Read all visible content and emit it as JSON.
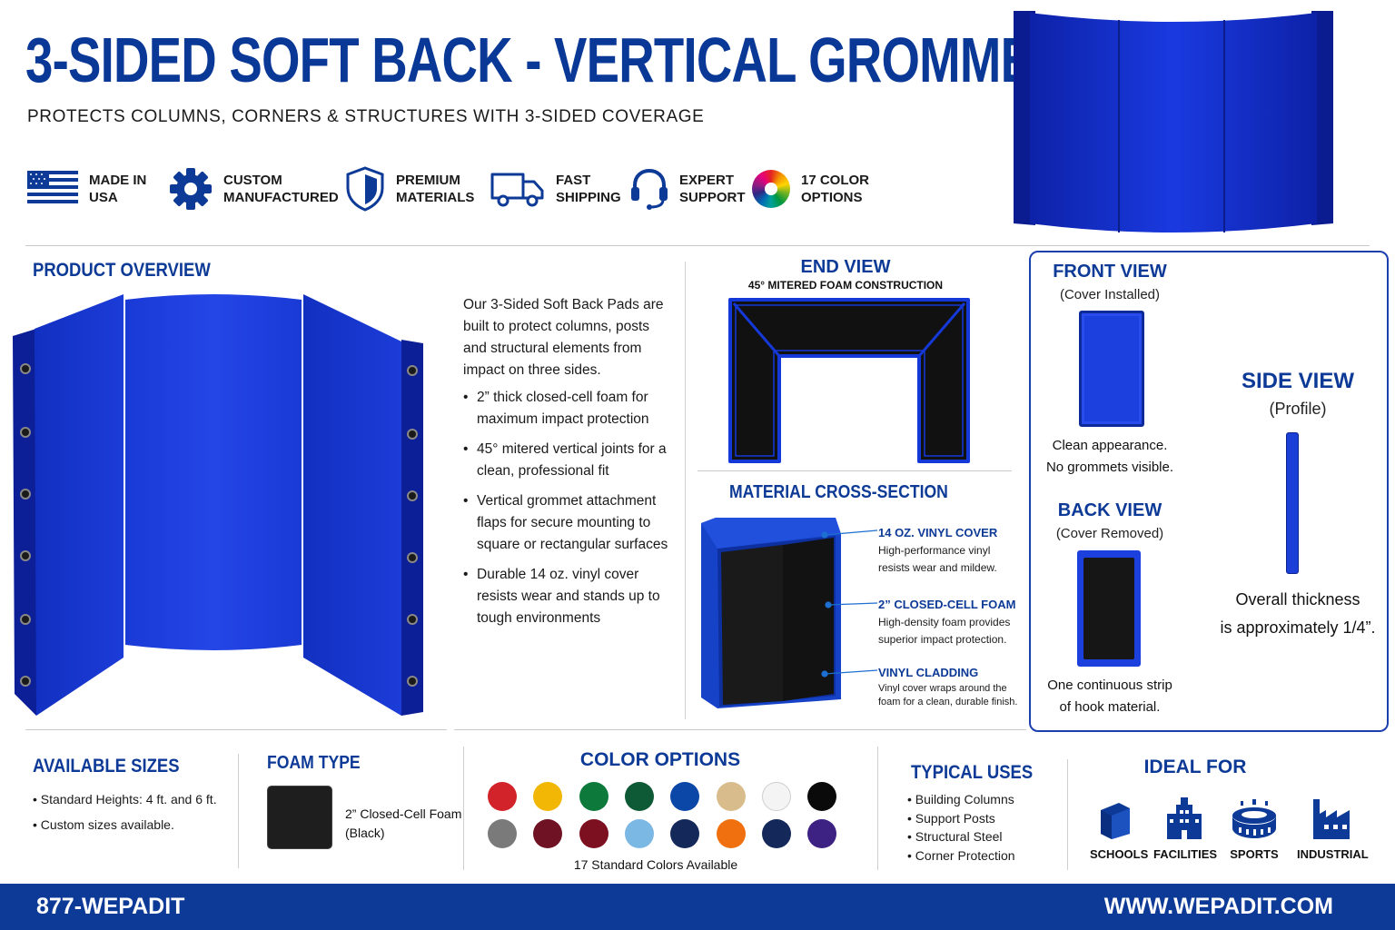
{
  "header": {
    "title": "3-SIDED SOFT BACK - VERTICAL GROMMET",
    "subtitle": "PROTECTS COLUMNS, CORNERS & STRUCTURES WITH 3-SIDED COVERAGE"
  },
  "features": [
    {
      "icon": "usa-flag-icon",
      "label": "MADE IN\nUSA"
    },
    {
      "icon": "gear-icon",
      "label": "CUSTOM\nMANUFACTURED"
    },
    {
      "icon": "shield-icon",
      "label": "PREMIUM\nMATERIALS"
    },
    {
      "icon": "truck-icon",
      "label": "FAST\nSHIPPING"
    },
    {
      "icon": "headset-icon",
      "label": "EXPERT\nSUPPORT"
    },
    {
      "icon": "color-wheel-icon",
      "label": "17 COLOR\nOPTIONS"
    }
  ],
  "overview": {
    "heading": "PRODUCT OVERVIEW",
    "intro": "Our 3-Sided Soft Back Pads are built to protect columns, posts and structural elements from impact on three sides.",
    "bullets": [
      "2” thick closed-cell foam for maximum impact protection",
      "45° mitered vertical joints for a clean, professional fit",
      "Vertical grommet attachment flaps for secure mounting to square or rectangular surfaces",
      "Durable 14 oz. vinyl cover resists wear and stands up to tough environments"
    ]
  },
  "end_view": {
    "heading": "END VIEW",
    "subheading": "45° MITERED FOAM CONSTRUCTION"
  },
  "cross_section": {
    "heading": "MATERIAL CROSS-SECTION",
    "callouts": [
      {
        "title": "14 OZ. VINYL COVER",
        "text": "High-performance vinyl resists wear and mildew."
      },
      {
        "title": "2” CLOSED-CELL FOAM",
        "text": "High-density foam provides superior impact protection."
      },
      {
        "title": "VINYL CLADDING",
        "text": "Vinyl cover wraps around the foam for a clean, durable finish."
      }
    ]
  },
  "views": {
    "front": {
      "title": "FRONT VIEW",
      "sub": "(Cover Installed)",
      "note1": "Clean appearance.",
      "note2": "No grommets visible."
    },
    "back": {
      "title": "BACK VIEW",
      "sub": "(Cover Removed)",
      "note1": "One continuous strip",
      "note2": "of hook material."
    },
    "side": {
      "title": "SIDE VIEW",
      "sub": "(Profile)",
      "note1": "Overall thickness",
      "note2": "is approximately 1/4”."
    }
  },
  "sizes": {
    "heading": "AVAILABLE SIZES",
    "items": [
      "Standard Heights: 4 ft. and 6 ft.",
      "Custom sizes available."
    ]
  },
  "foam": {
    "heading": "FOAM TYPE",
    "line1": "2” Closed-Cell Foam",
    "line2": "(Black)"
  },
  "colors": {
    "heading": "COLOR OPTIONS",
    "caption": "17 Standard Colors Available",
    "swatches": [
      "#d2232a",
      "#f2b705",
      "#0d7a3c",
      "#0f5a36",
      "#0b47a6",
      "#d9bc8c",
      "#f4f4f4",
      "#0a0a0a",
      "#7a7a7a",
      "#6e1224",
      "#7d1020",
      "#7cb8e4",
      "#14285a",
      "#f07010",
      "#14285a",
      "#3d2284"
    ]
  },
  "uses": {
    "heading": "TYPICAL USES",
    "items": [
      "Building Columns",
      "Support Posts",
      "Structural Steel",
      "Corner Protection"
    ]
  },
  "ideal": {
    "heading": "IDEAL FOR",
    "items": [
      {
        "icon": "school-icon",
        "label": "SCHOOLS"
      },
      {
        "icon": "facility-icon",
        "label": "FACILITIES"
      },
      {
        "icon": "stadium-icon",
        "label": "SPORTS"
      },
      {
        "icon": "factory-icon",
        "label": "INDUSTRIAL"
      }
    ]
  },
  "footer": {
    "phone": "877-WEPADIT",
    "website": "WWW.WEPADIT.COM"
  },
  "brand_colors": {
    "navy": "#0d3a96",
    "pad_blue": "#1432c8"
  }
}
